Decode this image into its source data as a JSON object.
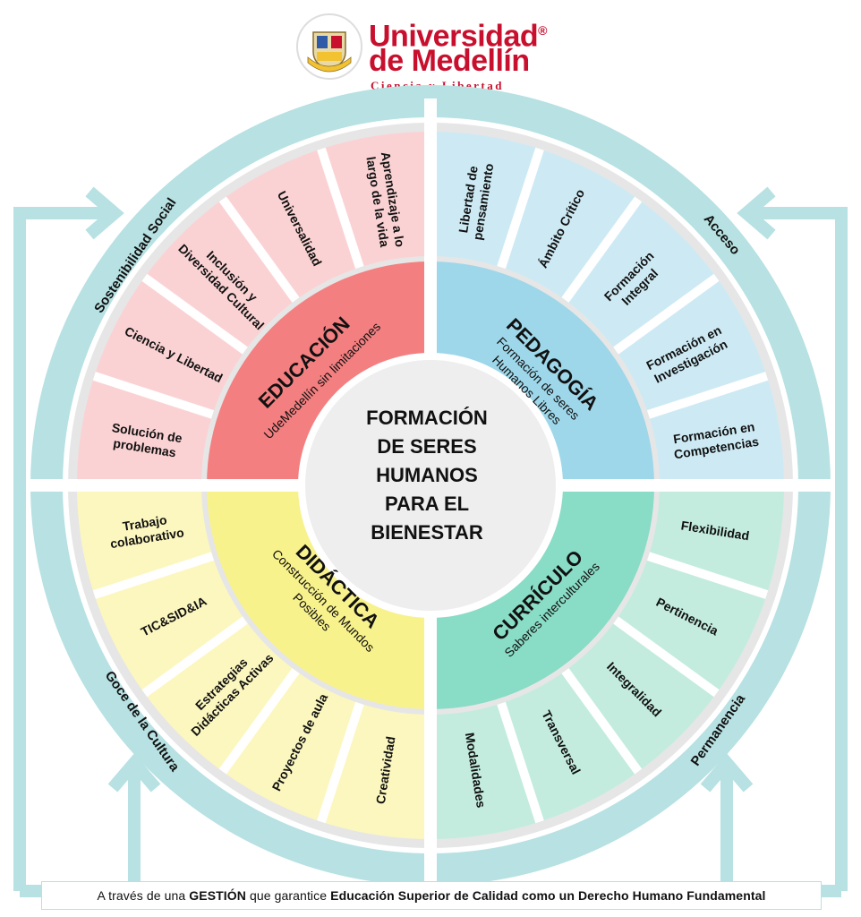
{
  "logo": {
    "line1": "Universidad",
    "line2": "de Medellín",
    "tagline": "Ciencia y Libertad",
    "registered": "®"
  },
  "center": {
    "lines": [
      "FORMACIÓN",
      "DE SERES",
      "HUMANOS",
      "PARA EL",
      "BIENESTAR"
    ]
  },
  "quadrants": {
    "educacion": {
      "title": "EDUCACIÓN",
      "subtitle": "UdeMedellín sin limitaciones",
      "items": [
        [
          "Solución de",
          "problemas"
        ],
        [
          "Ciencia y Libertad"
        ],
        [
          "Inclusión y",
          "Diversidad Cultural"
        ],
        [
          "Universalidad"
        ],
        [
          "Aprendizaje a lo",
          "largo de la vida"
        ]
      ]
    },
    "pedagogia": {
      "title": "PEDAGOGÍA",
      "subtitle1": "Formación de seres",
      "subtitle2": "Humanos Libres",
      "items": [
        [
          "Libertad de",
          "pensamiento"
        ],
        [
          "Ámbito Crítico"
        ],
        [
          "Formación",
          "Integral"
        ],
        [
          "Formación en",
          "Investigación"
        ],
        [
          "Formación en",
          "Competencias"
        ]
      ]
    },
    "curriculo": {
      "title": "CURRÍCULO",
      "subtitle": "Saberes interculturales",
      "items": [
        [
          "Flexibilidad"
        ],
        [
          "Pertinencia"
        ],
        [
          "Integralidad"
        ],
        [
          "Transversal"
        ],
        [
          "Modalidades"
        ]
      ]
    },
    "didactica": {
      "title": "DIDÁCTICA",
      "subtitle1": "Construcción de Mundos",
      "subtitle2": "Posibles",
      "items": [
        [
          "Creatividad"
        ],
        [
          "Proyectos de aula"
        ],
        [
          "Estrategias",
          "Didácticas Activas"
        ],
        [
          "TIC&SID&IA"
        ],
        [
          "Trabajo",
          "colaborativo"
        ]
      ]
    }
  },
  "outer_ring": {
    "sostenibilidad": "Sostenibilidad Social",
    "acceso": "Acceso",
    "permanencia": "Permanencia",
    "goce": "Goce de la Cultura"
  },
  "bottom": {
    "prefix": "A través de una ",
    "bold1": "GESTIÓN",
    "middle": " que garantice ",
    "bold2": "Educación Superior de Calidad como un Derecho Humano Fundamental"
  },
  "colors": {
    "teal_ring": "#8fd1d3",
    "teal_light": "#b7e1e2",
    "educacion": "#f47f80",
    "educacion_light": "#fbd2d3",
    "pedagogia": "#9ed7ea",
    "pedagogia_light": "#cdeaf4",
    "curriculo": "#89dcc5",
    "curriculo_light": "#c3ecdf",
    "didactica": "#f8f28c",
    "didactica_light": "#fcf7bf",
    "brand_red": "#c8102e"
  }
}
